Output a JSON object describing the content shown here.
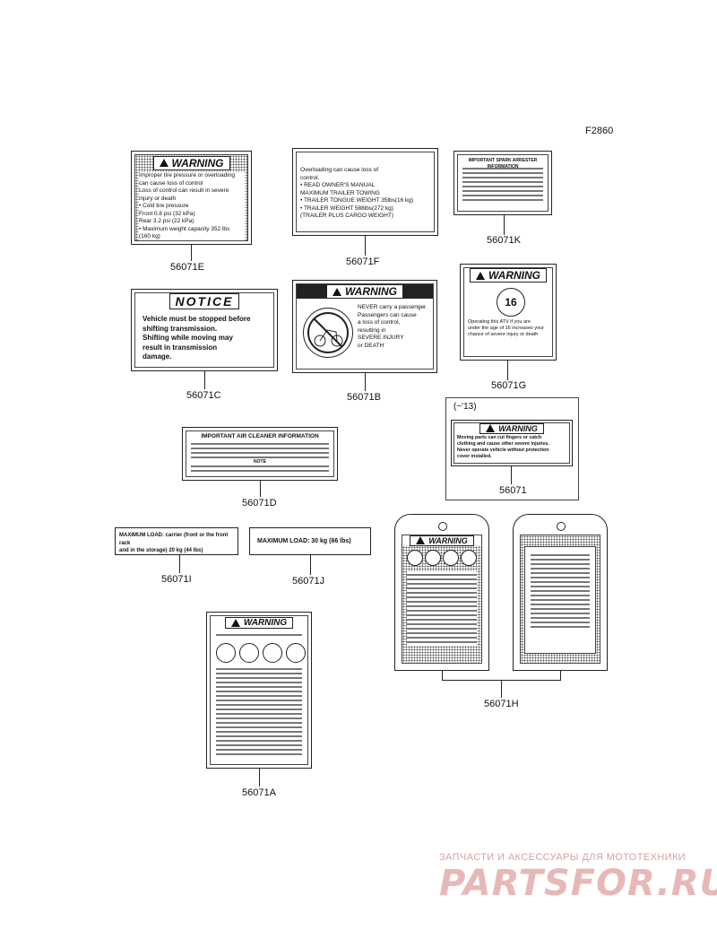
{
  "figure_code": "F2860",
  "parts": {
    "E": {
      "number": "56071E",
      "header": "WARNING",
      "text": "Improper tire pressure or overloading\ncan cause loss of control\nLoss of control can result in severe\ninjury or death\n• Cold tire pressure\n   Front 0.8 psi (32 kPa)\n   Rear 3.2 psi (22 kPa)\n• Maximum weight capacity 352 lbs\n   (160 kg)"
    },
    "F": {
      "number": "56071F",
      "text": "Overloading can cause loss of\ncontrol.\n• READ OWNER'S MANUAL\nMAXIMUM TRAILER TOWING\n• TRAILER TONGUE WEIGHT  35lbs(16 kg)\n• TRAILER WEIGHT  588lbs(272 kg)\n(TRAILER PLUS CARGO WEIGHT)"
    },
    "K": {
      "number": "56071K",
      "header": "IMPORTANT SPARK ARRESTER INFORMATION"
    },
    "C": {
      "number": "56071C",
      "header": "NOTICE",
      "text": "Vehicle must be stopped before\nshifting transmission.\nShifting while moving may\nresult in transmission\ndamage."
    },
    "B": {
      "number": "56071B",
      "header": "WARNING",
      "text": "NEVER carry a passenger.\nPassengers can cause\na loss of control,\nresulting in\nSEVERE INJURY\nor DEATH"
    },
    "G": {
      "number": "56071G",
      "header": "WARNING",
      "badge": "16",
      "text": "Operating this ATV if you are\nunder the age of 16 increases your\nchance of severe injury or death"
    },
    "D": {
      "number": "56071D",
      "header": "IMPORTANT AIR CLEANER INFORMATION",
      "note": "NOTE"
    },
    "P": {
      "number": "56071",
      "year_note": "(~'13)",
      "header": "WARNING",
      "text": "Moving parts can cut fingers or catch\nclothing and cause other severe injuries.\nNever operate vehicle without protection\ncover installed."
    },
    "I": {
      "number": "56071I",
      "text": "MAXIMUM LOAD: carrier (front or the front rack\nand in the storage) 20 kg (44 lbs)"
    },
    "J": {
      "number": "56071J",
      "text": "MAXIMUM LOAD: 30 kg (66 lbs)"
    },
    "H": {
      "number": "56071H",
      "header": "WARNING"
    },
    "A": {
      "number": "56071A",
      "header": "WARNING"
    }
  },
  "watermark": {
    "tagline": "ЗАПЧАСТИ И АКСЕССУАРЫ ДЛЯ МОТОТЕХНИКИ",
    "logo": "PARTSFOR.RU"
  },
  "colors": {
    "watermark": "#e8b8b8",
    "line": "#222222"
  }
}
